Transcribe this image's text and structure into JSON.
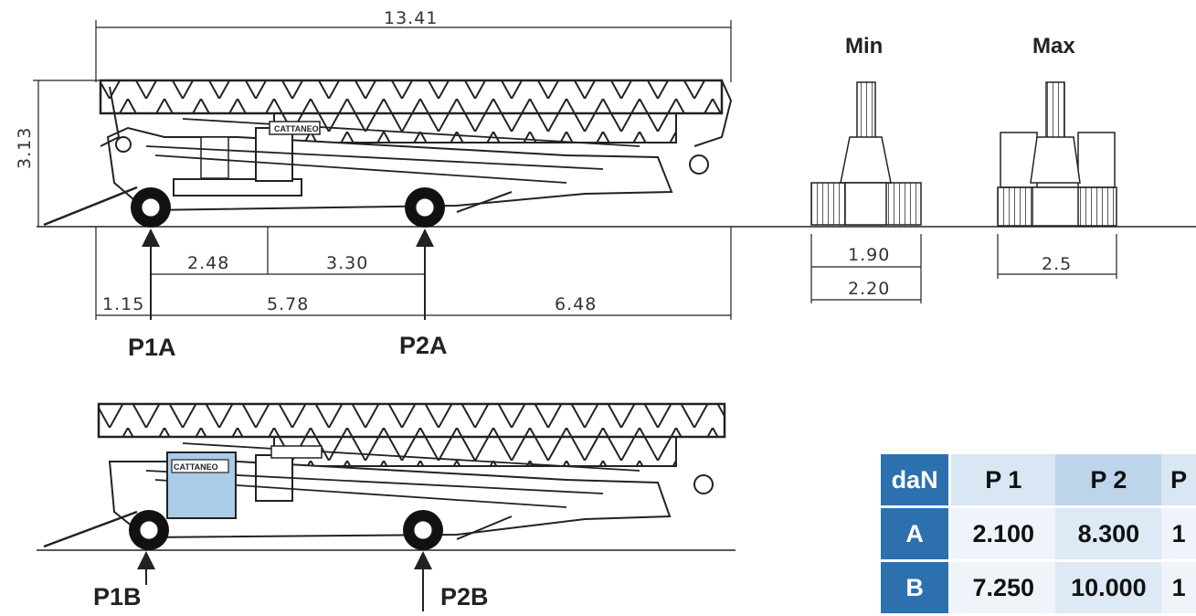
{
  "dimensions": {
    "overall_length": "13.41",
    "height": "3.13",
    "front_to_axle1": "1.15",
    "axle1_to_mid": "2.48",
    "mid_to_axle2": "3.30",
    "axle_base": "5.78",
    "rear_overhang": "6.48",
    "track_min_inner": "1.90",
    "track_min_outer": "2.20",
    "track_max": "2.5"
  },
  "views": {
    "min_label": "Min",
    "max_label": "Max"
  },
  "brand": {
    "name": "CATTANEO",
    "panel_color": "#a9cde8"
  },
  "load_points": {
    "p1a": "P1A",
    "p2a": "P2A",
    "p1b": "P1B",
    "p2b": "P2B"
  },
  "load_table": {
    "unit": "daN",
    "columns": [
      "P 1",
      "P 2",
      "P"
    ],
    "rows": [
      {
        "label": "A",
        "values": [
          "2.100",
          "8.300",
          "1"
        ]
      },
      {
        "label": "B",
        "values": [
          "7.250",
          "10.000",
          "1"
        ]
      }
    ],
    "header_color": "#2d70ae"
  }
}
